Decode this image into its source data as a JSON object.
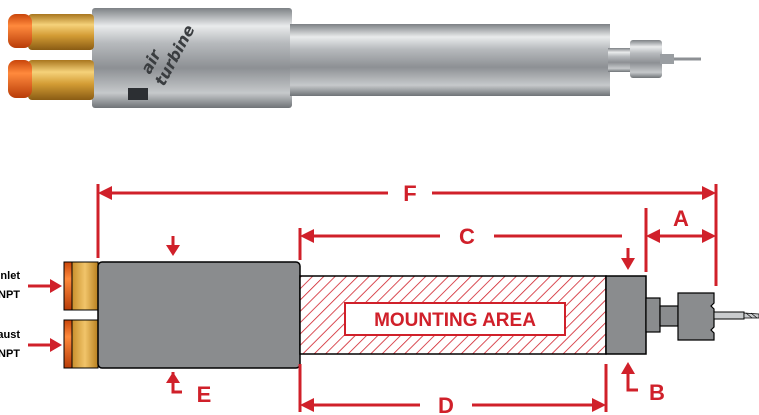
{
  "photo": {
    "brand_line1": "air",
    "brand_line2": "turbine"
  },
  "drawing": {
    "dimensions": {
      "a": "A",
      "b": "B",
      "c": "C",
      "d": "D",
      "e": "E",
      "f": "F"
    },
    "mounting_area_label": "MOUNTING AREA",
    "ports": {
      "inlet_line1": "Inlet",
      "inlet_line2": "NPT",
      "exhaust_line1": "Exhaust",
      "exhaust_line2": "NPT"
    }
  },
  "colors": {
    "accent_red": "#d0202a",
    "body_gray": "#8a8c8e",
    "fitting_orange": "#f26a1b",
    "fitting_brass": "#d9a441"
  }
}
